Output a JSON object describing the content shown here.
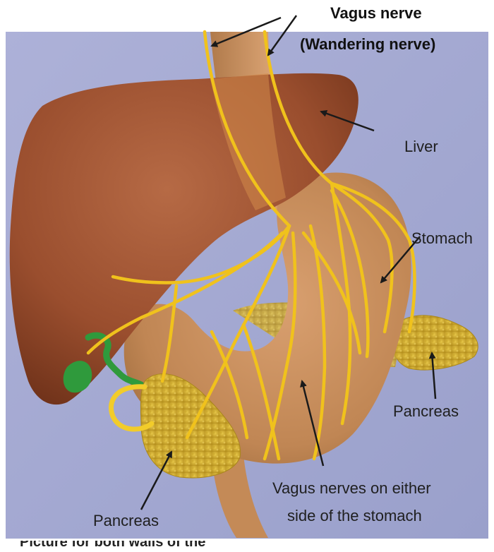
{
  "labels": {
    "vagus_nerve": "Vagus nerve",
    "wandering_nerve": "(Wandering nerve)",
    "liver": "Liver",
    "stomach": "Stomach",
    "pancreas_right": "Pancreas",
    "pancreas_left": "Pancreas",
    "vagus_nerves_line1": "Vagus nerves on either",
    "vagus_nerves_line2": "side of the stomach"
  },
  "caption_partial": "Picture for both walls of the",
  "colors": {
    "background": "#a7acd3",
    "liver": "#9c4f2e",
    "stomach": "#c98f5c",
    "nerve": "#f0c21c",
    "pancreas": "#d6b233",
    "gallbladder": "#2f9a3c",
    "arrow": "#1a1a1a"
  }
}
